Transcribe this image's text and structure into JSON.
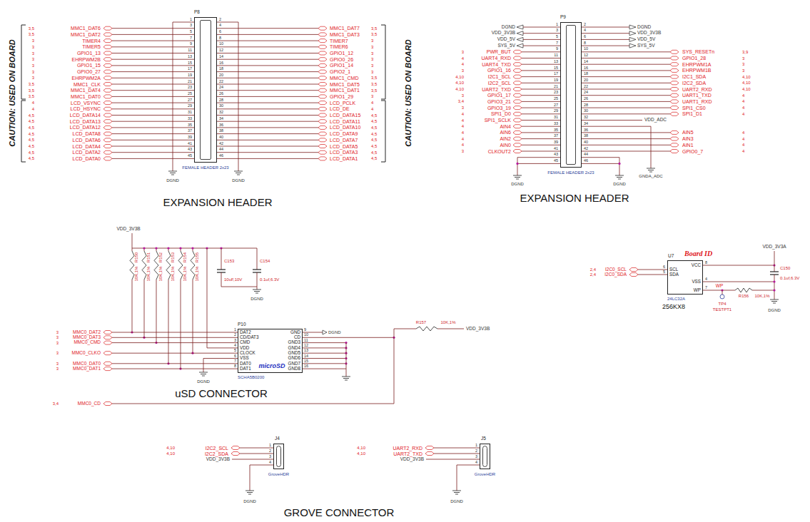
{
  "diagram": {
    "nodes": [
      {
        "text": [
          "P8",
          "FEMALE HEADER 2x23"
        ]
      },
      {
        "text": [
          "P9",
          "FEMALE HEADER 2x23"
        ]
      },
      {
        "text": [
          "P10",
          "DAT2",
          "CD/DAT3",
          "CMD",
          "VDD",
          "CLOCK",
          "VSS",
          "DAT0",
          "DAT1",
          "GND",
          "CD",
          "GND3",
          "GND4",
          "GND5",
          "GND6",
          "GND7",
          "GND8",
          "microSD",
          "SCHA5B0200"
        ]
      },
      {
        "text": [
          "Board ID",
          "U7",
          "SCL",
          "SDA",
          "VCC",
          "VSS",
          "WP",
          "24LC32A",
          "256KX8"
        ]
      },
      {
        "text": [
          "J4",
          "GroveHDR"
        ]
      },
      {
        "text": [
          "J5",
          "GroveHDR"
        ]
      }
    ],
    "labels": [
      "1",
      "2",
      "3",
      "4",
      "5",
      "6",
      "7",
      "8",
      "9",
      "10",
      "11",
      "12",
      "13",
      "14",
      "15",
      "16",
      "17",
      "18",
      "19",
      "20",
      "21",
      "22",
      "23",
      "24",
      "25",
      "26",
      "27",
      "28",
      "29",
      "30",
      "31",
      "32",
      "33",
      "34",
      "35",
      "36",
      "37",
      "38",
      "39",
      "40",
      "41",
      "42",
      "43",
      "44",
      "45",
      "46",
      "3,5",
      "MMC1_DAT6",
      "3,5",
      "MMC1_DAT2",
      "3",
      "TIMER4",
      "3",
      "TIMER5",
      "3",
      "GPIO1_13",
      "3",
      "EHRPWM2B",
      "3",
      "GPIO1_15",
      "3",
      "GPIO0_27",
      "3",
      "EHRPWM2A",
      "3,5",
      "MMC1_CLK",
      "3,5",
      "MMC1_DAT4",
      "3,5",
      "MMC1_DAT0",
      "4",
      "LCD_VSYNC",
      "4",
      "LCD_HSYNC",
      "4,5",
      "LCD_DATA14",
      "4,5",
      "LCD_DATA13",
      "4,5",
      "LCD_DATA12",
      "4,5",
      "LCD_DATA8",
      "4,5",
      "LCD_DATA6",
      "4,5",
      "LCD_DATA4",
      "4,5",
      "LCD_DATA2",
      "4,5",
      "LCD_DATA0",
      "MMC1_DAT7",
      "3,5",
      "MMC1_DAT3",
      "3,5",
      "TIMER7",
      "3",
      "TIMER6",
      "3",
      "GPIO1_12",
      "3",
      "GPIO0_26",
      "3",
      "GPIO1_14",
      "3",
      "GPIO2_1",
      "3",
      "MMC1_CMD",
      "3,5",
      "MMC1_DAT5",
      "3,5",
      "MMC1_DAT1",
      "3,5",
      "GPIO1_29",
      "3",
      "LCD_PCLK",
      "4",
      "LCD_DE",
      "4",
      "LCD_DATA15",
      "4,5",
      "LCD_DATA11",
      "4,5",
      "LCD_DATA10",
      "4,5",
      "LCD_DATA9",
      "4,5",
      "LCD_DATA7",
      "4,5",
      "LCD_DATA5",
      "4,5",
      "LCD_DATA3",
      "4,5",
      "LCD_DATA1",
      "4,5",
      "DGND",
      "DGND",
      "CAUTION: USED ON BOARD",
      "CAUTION: USED ON BOARD",
      "EXPANSION HEADER",
      "1",
      "2",
      "3",
      "4",
      "5",
      "6",
      "7",
      "8",
      "9",
      "10",
      "11",
      "12",
      "13",
      "14",
      "15",
      "16",
      "17",
      "18",
      "19",
      "20",
      "21",
      "22",
      "23",
      "24",
      "25",
      "26",
      "27",
      "28",
      "29",
      "30",
      "31",
      "32",
      "33",
      "34",
      "35",
      "36",
      "37",
      "38",
      "39",
      "40",
      "41",
      "42",
      "43",
      "44",
      "45",
      "46",
      "DGND",
      "VDD_3V3B",
      "VDD_5V",
      "SYS_5V",
      "DGND",
      "VDD_3V3B",
      "VDD_5V",
      "SYS_5V",
      "3",
      "PWR_BUT",
      "4",
      "UART4_RXD",
      "4",
      "UART4_TXD",
      "3",
      "GPIO1_16",
      "4,10",
      "I2C1_SCL",
      "4,10",
      "I2C2_SCL",
      "4,10",
      "UART2_TXD",
      "3",
      "GPIO1_17",
      "3,4",
      "GPIO3_21",
      "3",
      "GPIO3_19",
      "4",
      "SPI1_D0",
      "4",
      "SPI1_SCLK",
      "4",
      "AIN4",
      "4",
      "AIN6",
      "4",
      "AIN2",
      "4",
      "AIN0",
      "3",
      "CLKOUT2",
      "SYS_RESETn",
      "3,9",
      "GPIO1_28",
      "3",
      "EHRPWM1A",
      "3",
      "EHRPWM1B",
      "3",
      "I2C1_SDA",
      "4,10",
      "I2C2_SDA",
      "4,10",
      "UART2_RXD",
      "4,10",
      "UART1_TXD",
      "4",
      "UART1_RXD",
      "4",
      "SPI1_CS0",
      "4",
      "SPI1_D1",
      "4",
      "AIN5",
      "4",
      "AIN3",
      "4",
      "AIN1",
      "4",
      "GPIO0_7",
      "4",
      "VDD_ADC",
      "GNDA_ADC",
      "DGND",
      "DGND",
      "EXPANSION HEADER",
      "VDD_3V3B",
      "R150",
      "10K,1%",
      "R151",
      "10K,1%",
      "R152",
      "10K,1%",
      "R153",
      "10K,1%",
      "R154",
      "10K,1%",
      "R155",
      "10K,1%",
      "C153",
      "10uF,10V",
      "C154",
      "0.1uf,6.3V",
      "DGND",
      "3",
      "MMC0_DAT2",
      "3",
      "MMC0_DAT3",
      "3",
      "MMC0_CMD",
      "3",
      "MMC0_CLKO",
      "3",
      "MMC0_DAT0",
      "3",
      "MMC0_DAT1",
      "1",
      "2",
      "3",
      "4",
      "5",
      "6",
      "7",
      "8",
      "9",
      "10",
      "11",
      "12",
      "13",
      "14",
      "15",
      "16",
      "DGND",
      "DGND",
      "R157",
      "10K,1%",
      "VDD_3V3B",
      "3,4",
      "MMC0_CD",
      "uSD CONNECTOR",
      "2,4",
      "I2C0_SCL",
      "2,4",
      "I2C0_SDA",
      "6",
      "5",
      "8",
      "4",
      "7",
      "VDD_3V3A",
      "C150",
      "0.1uf,6.3V",
      "DGND",
      "WP",
      "R156",
      "10K,1%",
      "TP4",
      "TESTPT1",
      "4,10",
      "I2C2_SCL",
      "4,10",
      "I2C2_SDA",
      "VDD_3V3B",
      "1",
      "2",
      "3",
      "4",
      "DGND",
      "4,10",
      "UART2_RXD",
      "4,10",
      "UART2_TXD",
      "VDD_3V3B",
      "1",
      "2",
      "3",
      "4",
      "DGND",
      "GROVE CONNECTOR"
    ]
  }
}
